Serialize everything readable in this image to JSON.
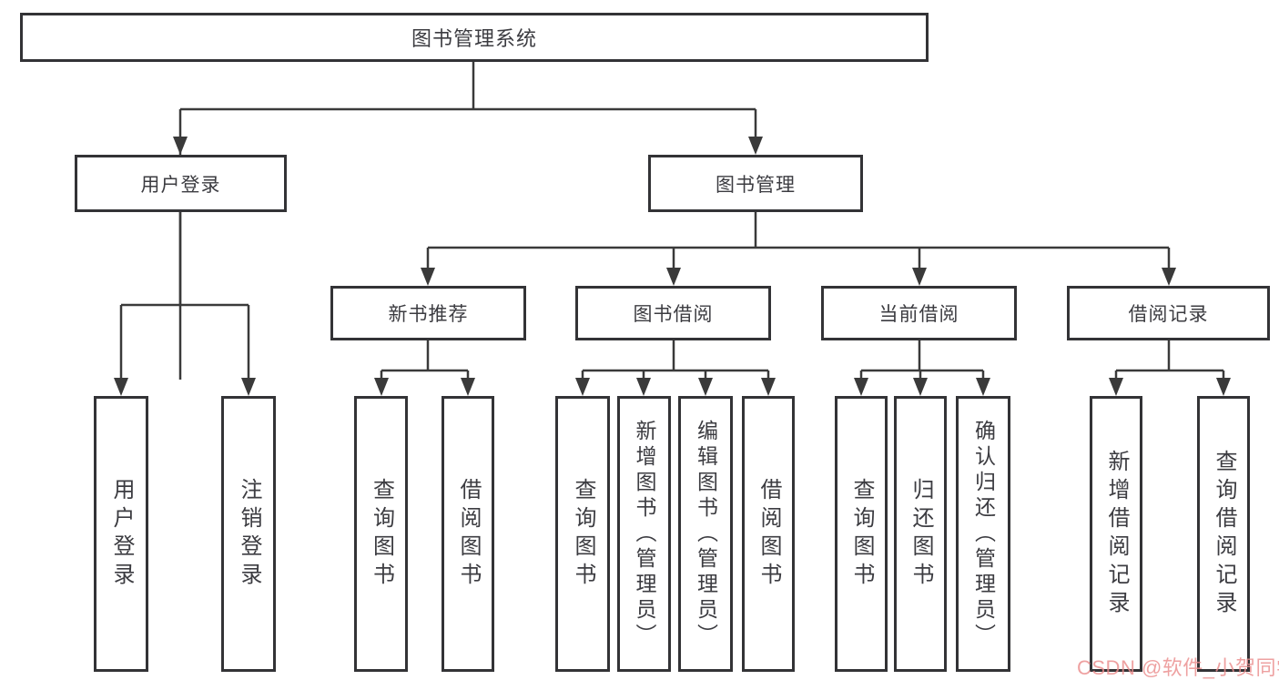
{
  "tree": {
    "root": "图书管理系统",
    "branches": [
      {
        "label": "用户登录",
        "leaves": [
          "用户登录",
          "注销登录"
        ]
      },
      {
        "label": "图书管理",
        "groups": [
          {
            "label": "新书推荐",
            "leaves": [
              "查询图书",
              "借阅图书"
            ]
          },
          {
            "label": "图书借阅",
            "leaves": [
              "查询图书",
              "新增图书（管理员）",
              "编辑图书（管理员）",
              "借阅图书"
            ]
          },
          {
            "label": "当前借阅",
            "leaves": [
              "查询图书",
              "归还图书",
              "确认归还（管理员）"
            ]
          },
          {
            "label": "借阅记录",
            "leaves": [
              "新增借阅记录",
              "查询借阅记录"
            ]
          }
        ]
      }
    ]
  },
  "watermark": "CSDN @软件_小贺同学",
  "colors": {
    "line": "#3a3a3a",
    "box_border": "#333336",
    "text": "#3c3c41",
    "watermark": "#ea8c8c",
    "background": "#ffffff"
  }
}
